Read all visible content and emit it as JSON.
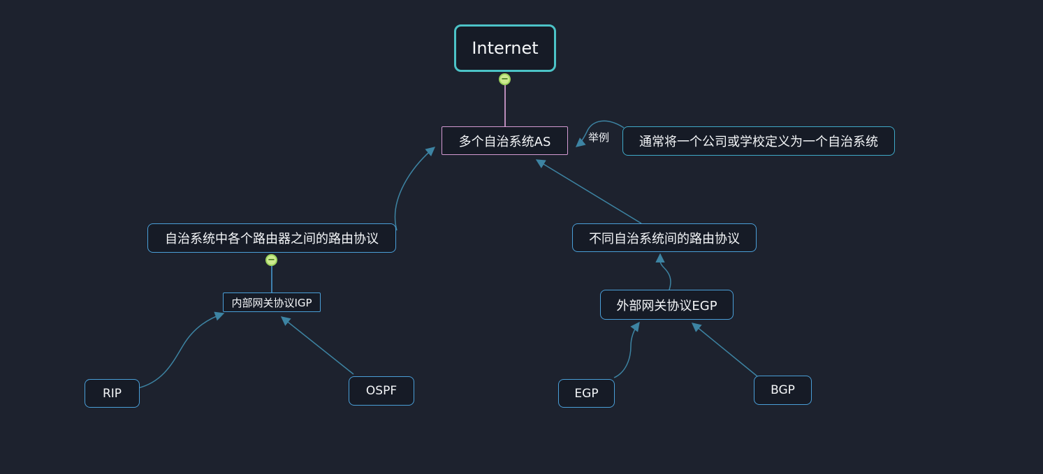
{
  "app": {
    "type": "mind-map-canvas",
    "background_color": "#1d222e"
  },
  "colors": {
    "root_border_teal": "#4cc3c7",
    "as_border_pink": "#d49ad2",
    "node_border_blue": "#4a9fd8",
    "example_border_cyan": "#3fa9c8",
    "link_line": "#3d84a3",
    "root_link_pink": "#f0b0e8",
    "collapse_fill_green": "#cdea8f",
    "collapse_border_green": "#9ed45e",
    "text": "#f4f6f8"
  },
  "nodes": {
    "internet": "Internet",
    "as": "多个自治系统AS",
    "example": "通常将一个公司或学校定义为一个自治系统",
    "intra": "自治系统中各个路由器之间的路由协议",
    "igp": "内部网关协议IGP",
    "rip": "RIP",
    "ospf": "OSPF",
    "inter": "不同自治系统间的路由协议",
    "egp": "外部网关协议EGP",
    "egp_leaf": "EGP",
    "bgp": "BGP"
  },
  "edge_labels": {
    "example": "举例"
  },
  "icons": {
    "collapse_minus": "−"
  }
}
